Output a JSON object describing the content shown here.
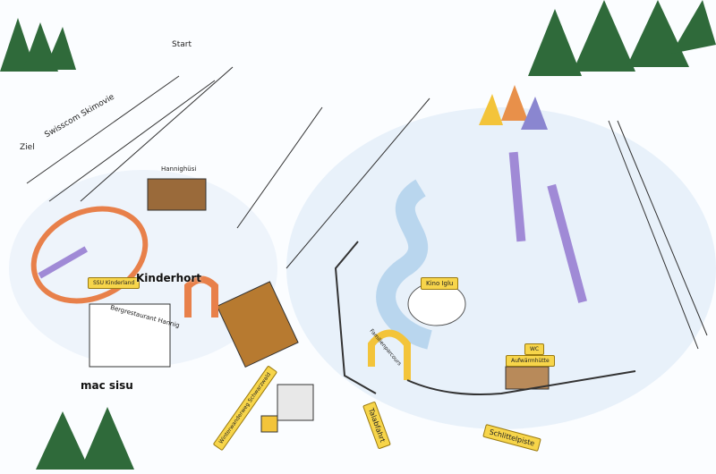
{
  "map": {
    "title": "Kinderland Skigebiet",
    "labels": {
      "start": "Start",
      "ziel": "Ziel",
      "skimovie": "Swisscom Skimovie",
      "hut": "Hannighüsi",
      "kinderland_arch": "SSU Kinderland",
      "kinderhort": "Kinderhort",
      "restaurant": "Bergrestaurant Hannig",
      "mac_sisu": "mac sisu",
      "kino": "Kino Iglu",
      "wc": "WC",
      "aufwaermhuette": "Aufwärmhütte",
      "parcours_arch": "Familienparcours",
      "gondola_sign": "Winterwanderweg Schwarzwald",
      "talabfahrt": "Talabfahrt",
      "schlittelpiste": "Schlittelpiste"
    },
    "colors": {
      "snow": "#dbeaf7",
      "orange": "#e8804a",
      "purple": "#a08ad6",
      "yellow": "#f7d54a",
      "tree": "#2f6a3a"
    }
  }
}
